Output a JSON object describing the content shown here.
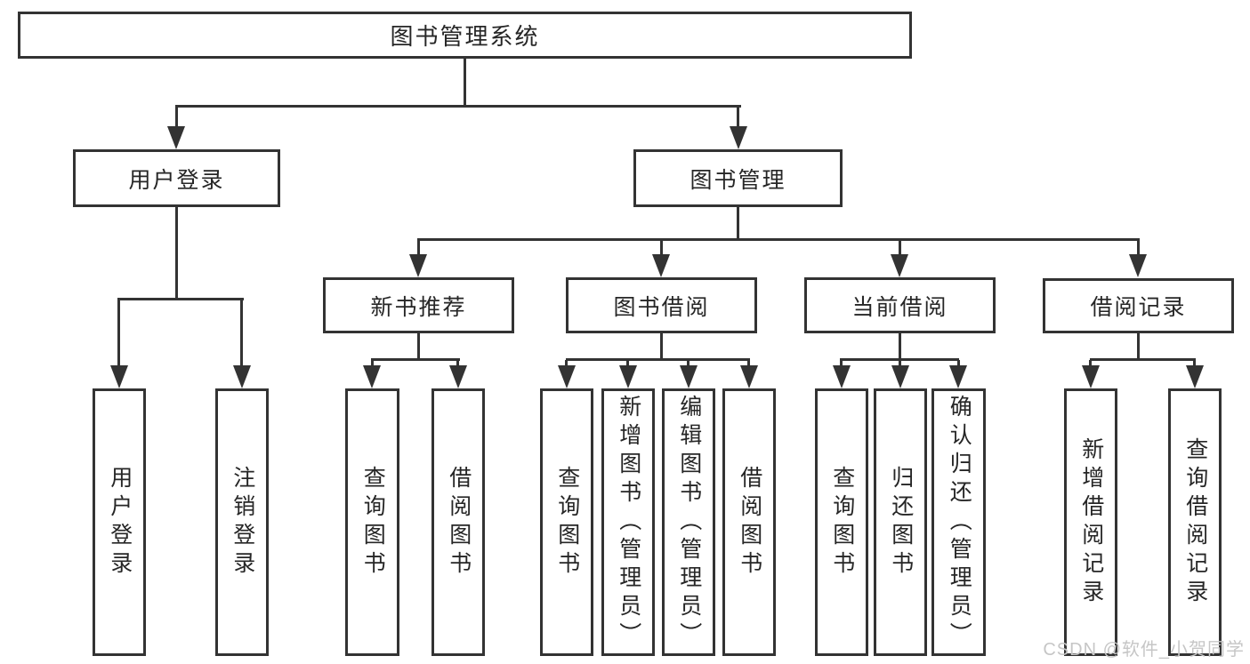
{
  "tree": {
    "label": "图书管理系统",
    "children": [
      {
        "label": "用户登录",
        "children": [
          {
            "label": "用户登录"
          },
          {
            "label": "注销登录"
          }
        ]
      },
      {
        "label": "图书管理",
        "children": [
          {
            "label": "新书推荐",
            "children": [
              {
                "label": "查询图书"
              },
              {
                "label": "借阅图书"
              }
            ]
          },
          {
            "label": "图书借阅",
            "children": [
              {
                "label": "查询图书"
              },
              {
                "label": "新增图书（管理员）"
              },
              {
                "label": "编辑图书（管理员）"
              },
              {
                "label": "借阅图书"
              }
            ]
          },
          {
            "label": "当前借阅",
            "children": [
              {
                "label": "查询图书"
              },
              {
                "label": "归还图书"
              },
              {
                "label": "确认归还（管理员）"
              }
            ]
          },
          {
            "label": "借阅记录",
            "children": [
              {
                "label": "新增借阅记录"
              },
              {
                "label": "查询借阅记录"
              }
            ]
          }
        ]
      }
    ]
  },
  "watermark": {
    "label": "CSDN @软件_小贺同学"
  },
  "colors": {
    "line": "#333333",
    "text": "#262626",
    "box_fill": "#ffffff",
    "background": "#ffffff",
    "watermark_text": "#c6c6c6"
  }
}
